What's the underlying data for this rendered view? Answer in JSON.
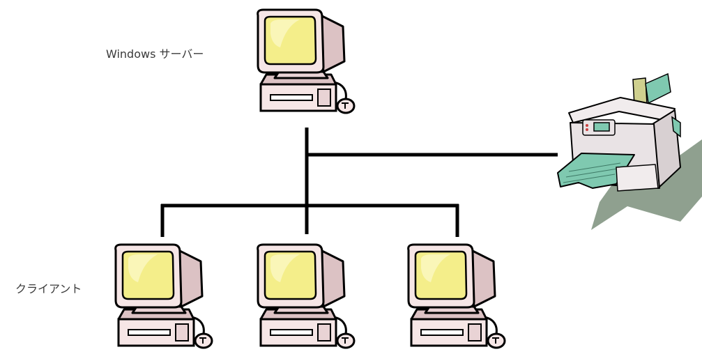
{
  "labels": {
    "server": "Windows サーバー",
    "clients": "クライアント"
  },
  "nodes": {
    "server": {
      "kind": "computer",
      "icon": "computer-icon"
    },
    "clients": [
      {
        "kind": "computer",
        "icon": "computer-icon"
      },
      {
        "kind": "computer",
        "icon": "computer-icon"
      },
      {
        "kind": "computer",
        "icon": "computer-icon"
      }
    ],
    "printer": {
      "kind": "printer",
      "icon": "printer-icon"
    }
  },
  "colors": {
    "line": "#000000",
    "screen": "#f4ee8a",
    "screen_glow": "#faf6b8",
    "case": "#f6e6e6",
    "case_shade": "#dcc2c4",
    "printer_body": "#e9e3e5",
    "printer_tray": "#7fc9b0",
    "printer_shadow": "#8fa08f",
    "printer_paper": "#cfd08e"
  }
}
